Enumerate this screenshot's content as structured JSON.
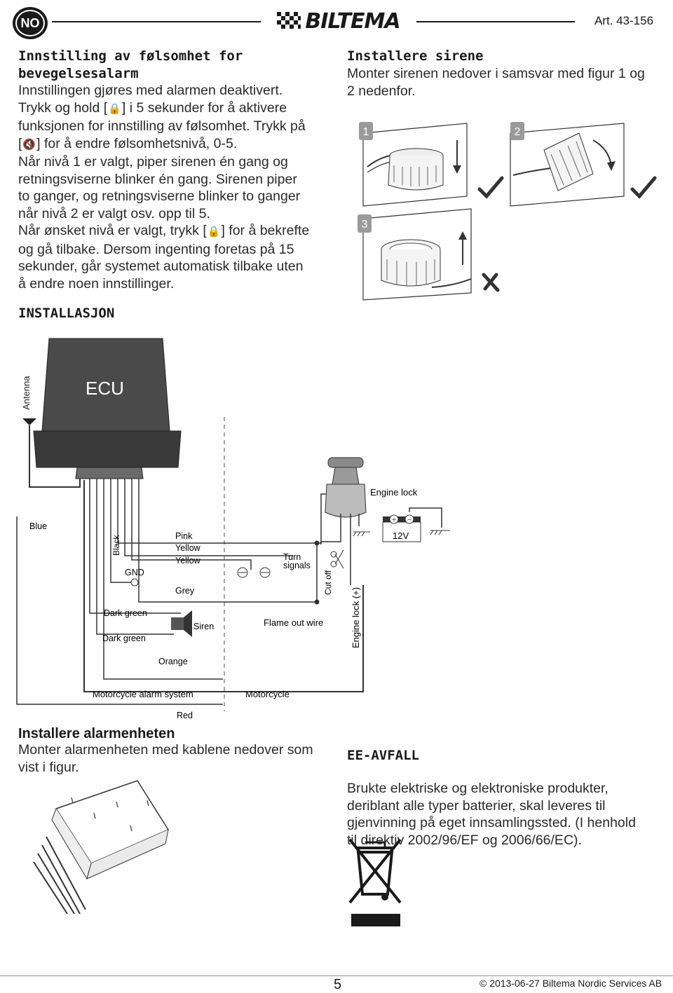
{
  "header": {
    "lang_code": "NO",
    "brand": "BILTEMA",
    "article": "Art. 43-156"
  },
  "sensitivity": {
    "heading": "Innstilling av følsomhet for bevegelsesalarm",
    "lines": [
      "Innstillingen gjøres med alarmen deaktivert.",
      "Trykk og hold [",
      "] i 5 sekunder for å aktivere",
      "funksjonen for innstilling av følsomhet. Trykk på",
      "] for å endre følsomhetsnivå, 0-5.",
      "Når nivå 1 er valgt, piper sirenen én gang og",
      "retningsviserne blinker én gang. Sirenen piper",
      "to ganger, og retningsviserne blinker to ganger",
      "når nivå 2 er valgt osv. opp til 5.",
      "Når ønsket nivå er valgt, trykk [",
      "] for å bekrefte",
      "og gå tilbake. Dersom ingenting foretas på 15",
      "sekunder, går systemet automatisk tilbake uten",
      "å endre noen innstillinger."
    ]
  },
  "siren": {
    "heading": "Installere sirene",
    "text": "Monter sirenen nedover i samsvar med figur 1 og 2 nedenfor.",
    "steps": [
      "1",
      "2",
      "3"
    ]
  },
  "installation": {
    "heading": "INSTALLASJON"
  },
  "wiring": {
    "ecu": "ECU",
    "antenna": "Antenna",
    "blue": "Blue",
    "black": "Black",
    "gnd": "GND",
    "pink": "Pink",
    "yellow1": "Yellow",
    "yellow2": "Yellow",
    "grey": "Grey",
    "turn_signals": "Turn\nsignals",
    "cut_off": "Cut off",
    "engine_lock": "Engine lock",
    "engine_lock_plus": "Engine lock (+)",
    "battery": "12V",
    "plus": "+",
    "minus": "−",
    "dark_green1": "Dark  green",
    "dark_green2": "Dark  green",
    "siren": "Siren",
    "flame_out": "Flame out wire",
    "orange": "Orange",
    "moto_alarm": "Motorcycle alarm system",
    "motorcycle": "Motorcycle",
    "red": "Red"
  },
  "mount": {
    "heading": "Installere alarmenheten",
    "text": "Monter alarmenheten med kablene nedover som vist i figur."
  },
  "weee": {
    "heading": "EE-AVFALL",
    "text": "Brukte elektriske og elektroniske produkter, deriblant alle typer batterier, skal leveres til gjenvinning på eget innsamlingssted. (I henhold til direktiv 2002/96/EF og 2006/66/EC)."
  },
  "footer": {
    "page": "5",
    "copyright": "© 2013-06-27 Biltema Nordic Services AB"
  }
}
